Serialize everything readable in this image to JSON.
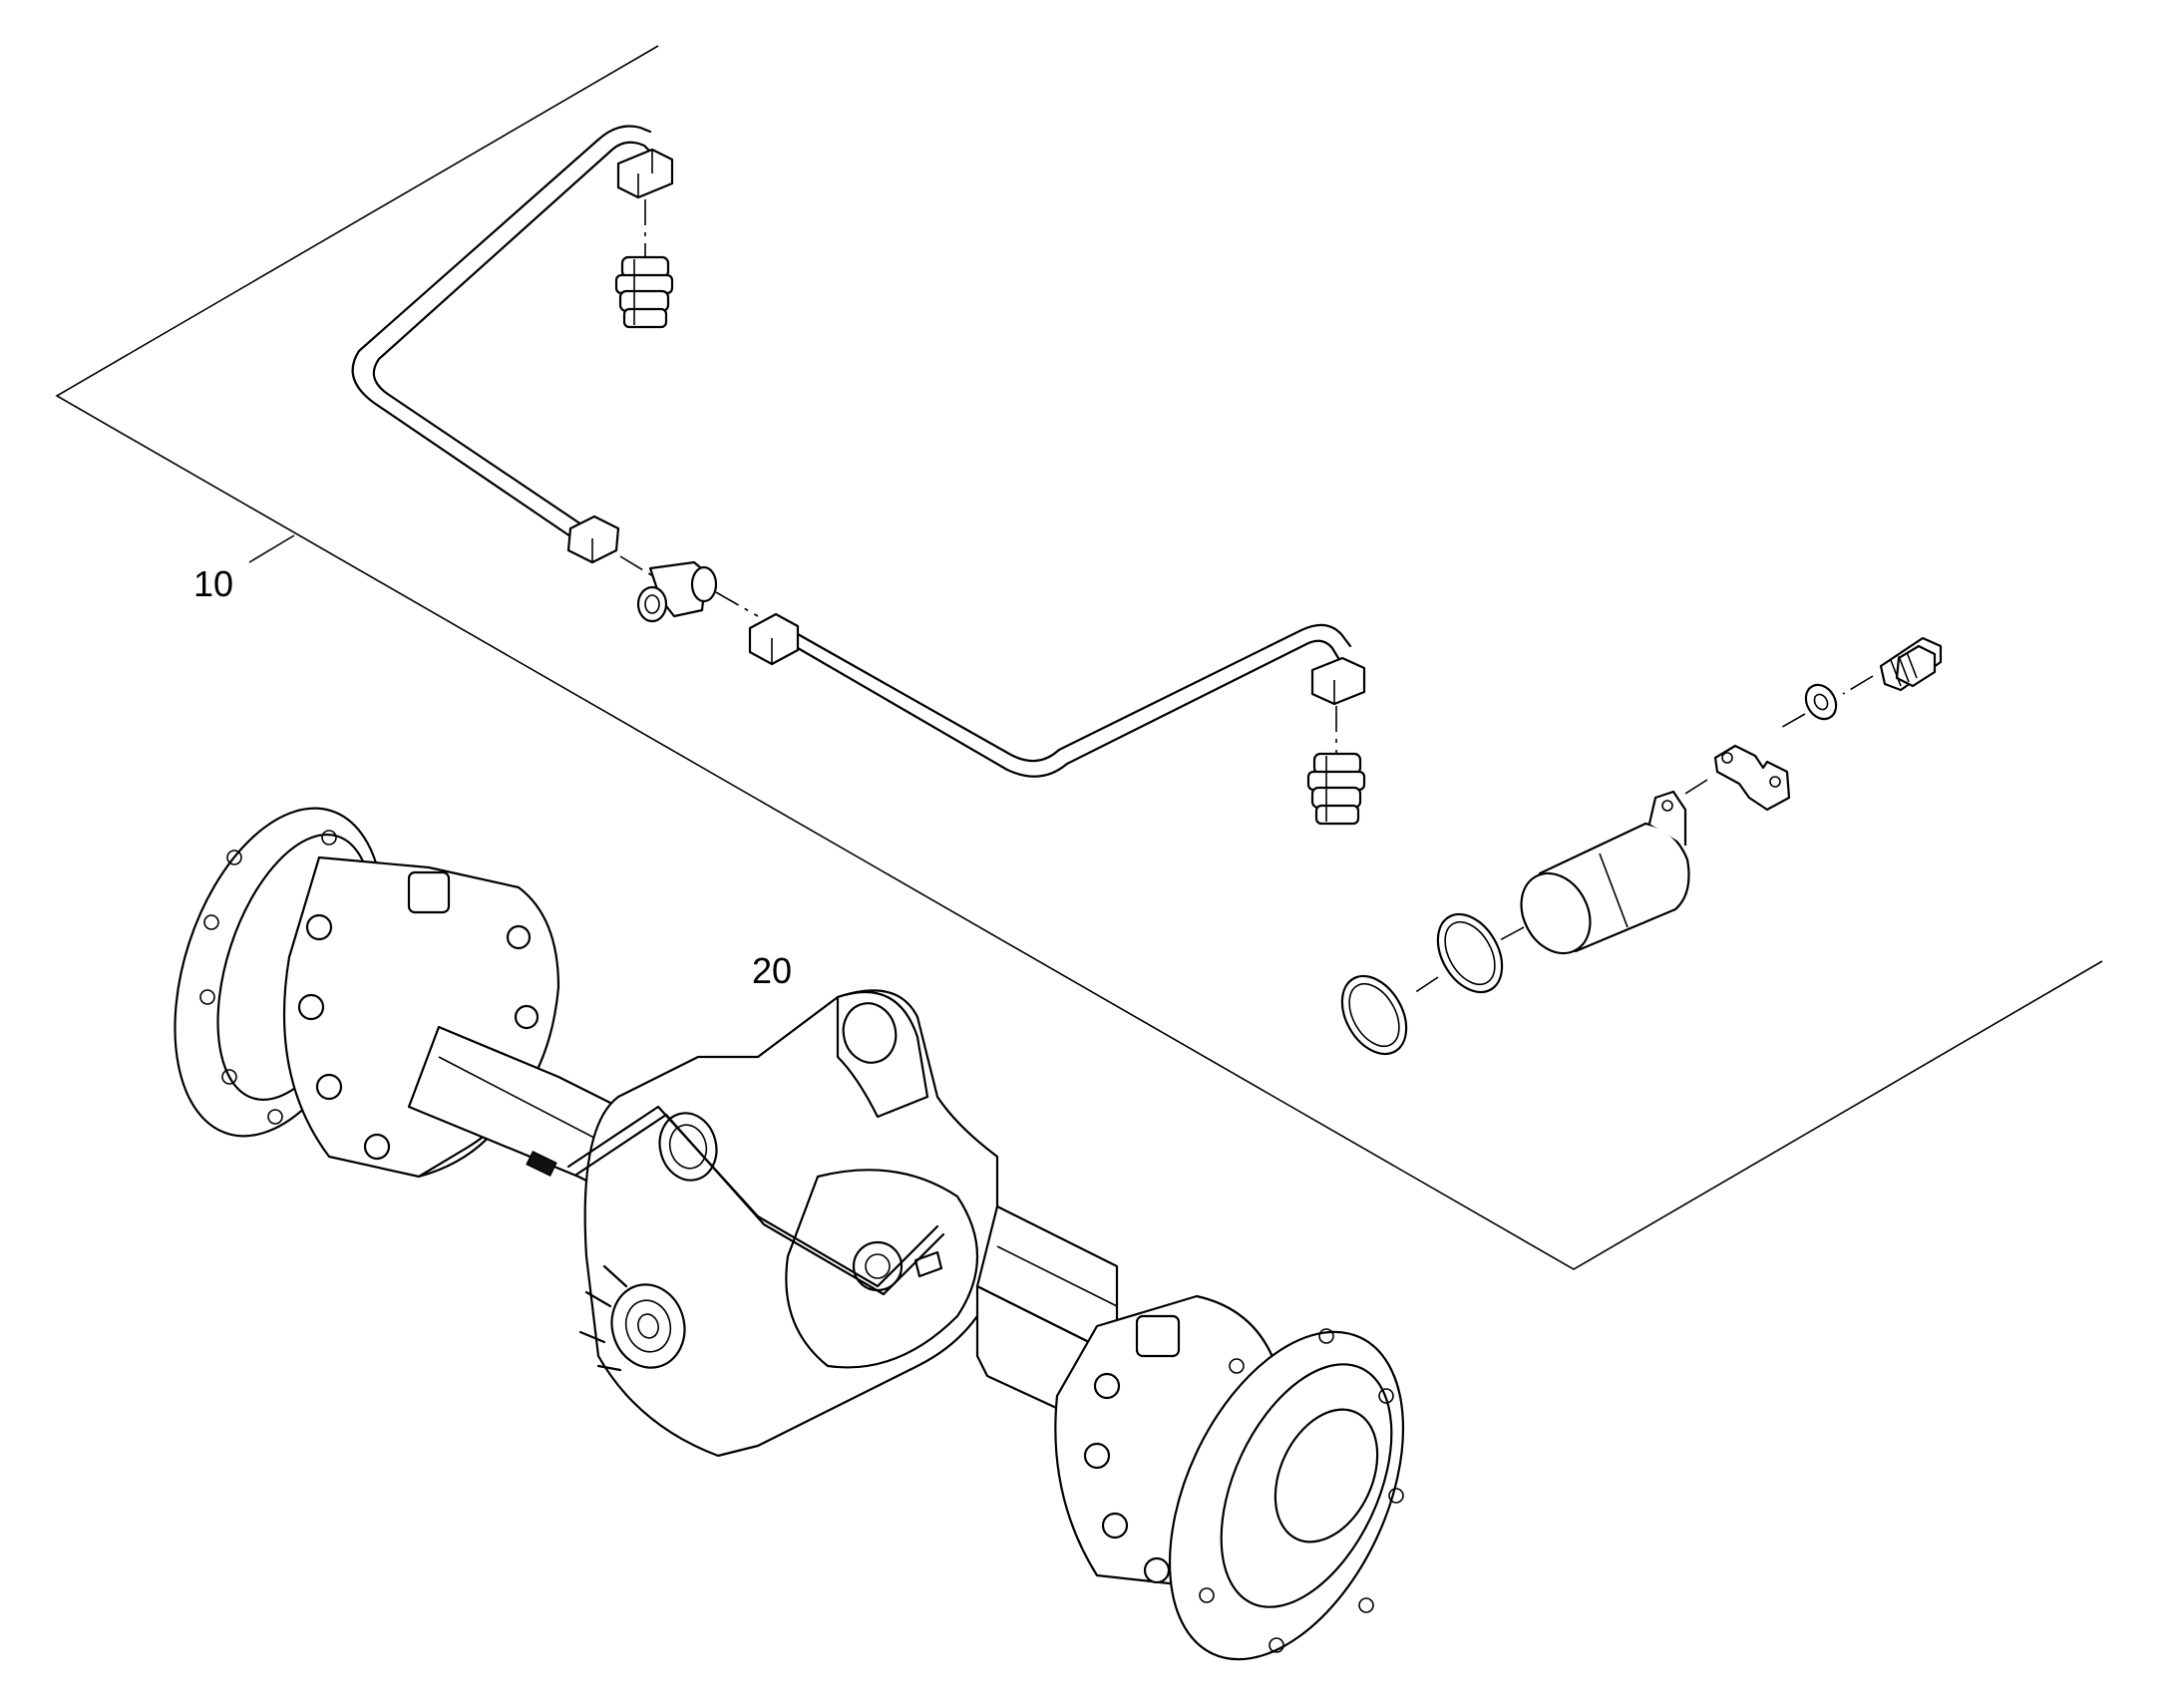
{
  "diagram": {
    "callouts": [
      {
        "id": "10",
        "text": "10"
      },
      {
        "id": "20",
        "text": "20"
      }
    ]
  }
}
